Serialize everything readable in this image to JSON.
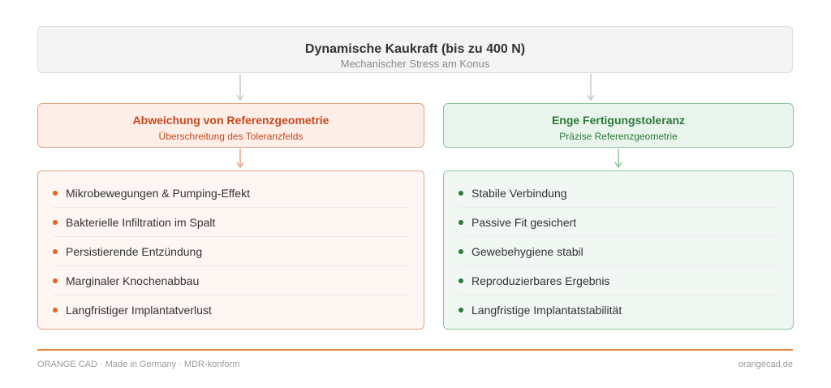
{
  "top": {
    "title": "Dynamische Kaukraft (bis zu 400 N)",
    "subtitle": "Mechanischer Stress am Konus"
  },
  "left": {
    "title": "Abweichung von Referenzgeometrie",
    "subtitle": "Überschreitung des Toleranzfelds",
    "items": [
      "Mikrobewegungen & Pumping-Effekt",
      "Bakterielle Infiltration im Spalt",
      "Persistierende Entzündung",
      "Marginaler Knochenabbau",
      "Langfristiger Implantatverlust"
    ]
  },
  "right": {
    "title": "Enge Fertigungstoleranz",
    "subtitle": "Präzise Referenzgeometrie",
    "items": [
      "Stabile Verbindung",
      "Passive Fit gesichert",
      "Gewebehygiene stabil",
      "Reproduzierbares Ergebnis",
      "Langfristige Implantatstabilität"
    ]
  },
  "footer": {
    "left": "ORANGE CAD · Made in Germany · MDR-konform",
    "right": "orangecad.de"
  },
  "colors": {
    "accent_orange": "#e8641e",
    "accent_green": "#2b7a3a",
    "footer_line": "#e8853d"
  }
}
